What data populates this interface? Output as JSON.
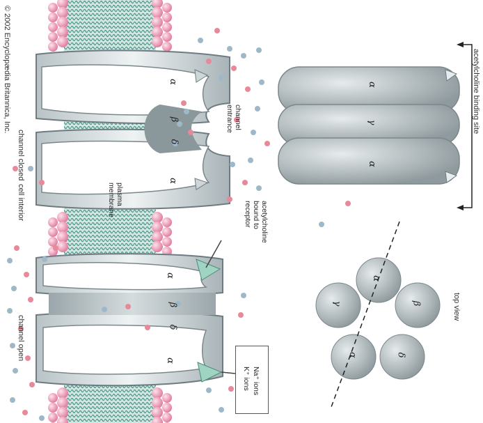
{
  "copyright": "© 2002 Encyclopædia Britannica, Inc.",
  "labels": {
    "binding_site": "acetylcholine binding site",
    "top_view": "top view",
    "channel_entrance": "channel entrance",
    "plasma_membrane": "plasma membrane",
    "ach_bound": "acetylcholine bound to receptor",
    "channel_closed": "channel closed",
    "cell_interior": "cell interior",
    "channel_open": "channel open"
  },
  "subunits": {
    "alpha": "α",
    "beta": "β",
    "gamma": "γ",
    "delta": "δ"
  },
  "legend": {
    "na": "Na⁺ ions",
    "k": "K⁺ ions"
  },
  "colors": {
    "na_ion": "#9fb8c8",
    "k_ion": "#e68a9a",
    "lipid_head": "#ec8fb0",
    "lipid_tail": "#5f9c93",
    "protein": "#c8d0d2"
  }
}
